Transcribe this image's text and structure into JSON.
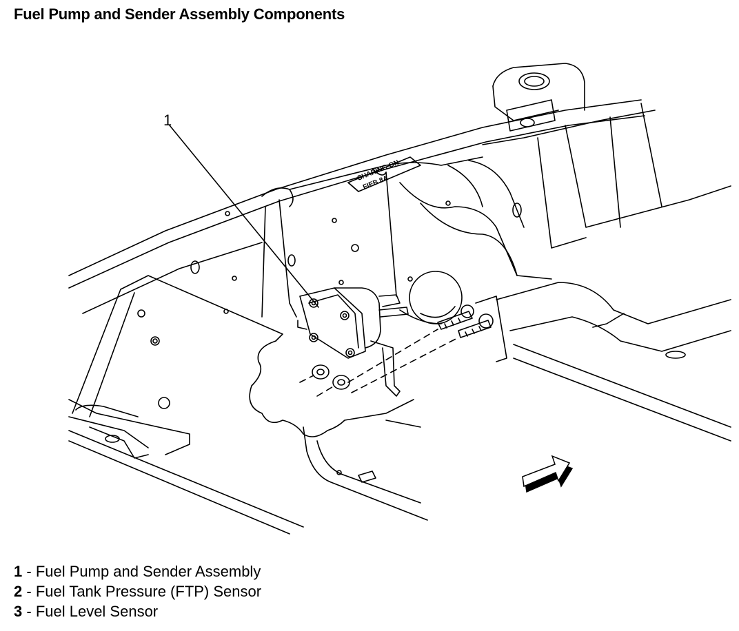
{
  "title": "Fuel Pump and Sender Assembly Components",
  "callouts": [
    {
      "number": "1"
    }
  ],
  "legend": [
    {
      "number": "1",
      "separator": " - ",
      "label": "Fuel Pump and Sender Assembly"
    },
    {
      "number": "2",
      "separator": " - ",
      "label": "Fuel Tank Pressure (FTP) Sensor"
    },
    {
      "number": "3",
      "separator": " - ",
      "label": "Fuel Level Sensor"
    }
  ],
  "plate_text": [
    "SHARING ON",
    "FIEB 8A"
  ],
  "icons": {
    "direction_arrow": "forward-arrow-icon"
  },
  "colors": {
    "line": "#000000",
    "background": "#ffffff",
    "arrow_shadow": "#000000"
  }
}
